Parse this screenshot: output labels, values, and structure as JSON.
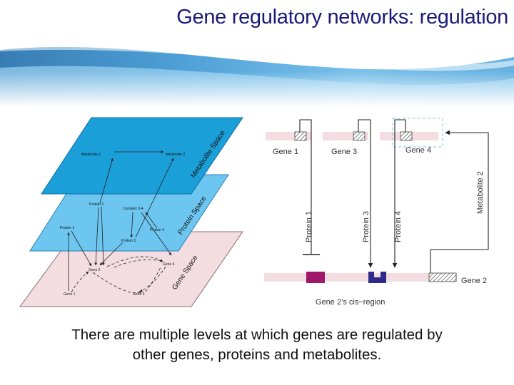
{
  "slide": {
    "title": "Gene regulatory networks: regulation",
    "caption_lines": [
      "There are multiple levels at which genes are regulated by",
      "other genes, proteins and metabolites."
    ]
  },
  "layers": {
    "metabolite": {
      "name": "Metabolite Space",
      "color": "#1a9fd8",
      "nodes": [
        "Metabolite 1",
        "Metabolite 2"
      ]
    },
    "protein": {
      "name": "Protein Space",
      "color": "#6cc6f0",
      "nodes": [
        "Protein 2",
        "Complex 3-4",
        "Protein 1",
        "Protein 4",
        "Protein 3"
      ]
    },
    "gene": {
      "name": "Gene Space",
      "color": "#f3dde0",
      "nodes": [
        "Gene 2",
        "Gene 4",
        "Gene 1",
        "Gene 3"
      ]
    }
  },
  "cis_diagram": {
    "genes": [
      "Gene 1",
      "Gene 3",
      "Gene 4",
      "Gene 2"
    ],
    "products": [
      "Protein 1",
      "Protein 3",
      "Protein 4",
      "Metabolite 2"
    ],
    "region_label": "Gene 2’s cis−region",
    "colors": {
      "dna": "#f3dde0",
      "repressor_site": "#a0186c",
      "activator_site": "#2e2a8a",
      "highlight": "#7ec8ea"
    }
  }
}
